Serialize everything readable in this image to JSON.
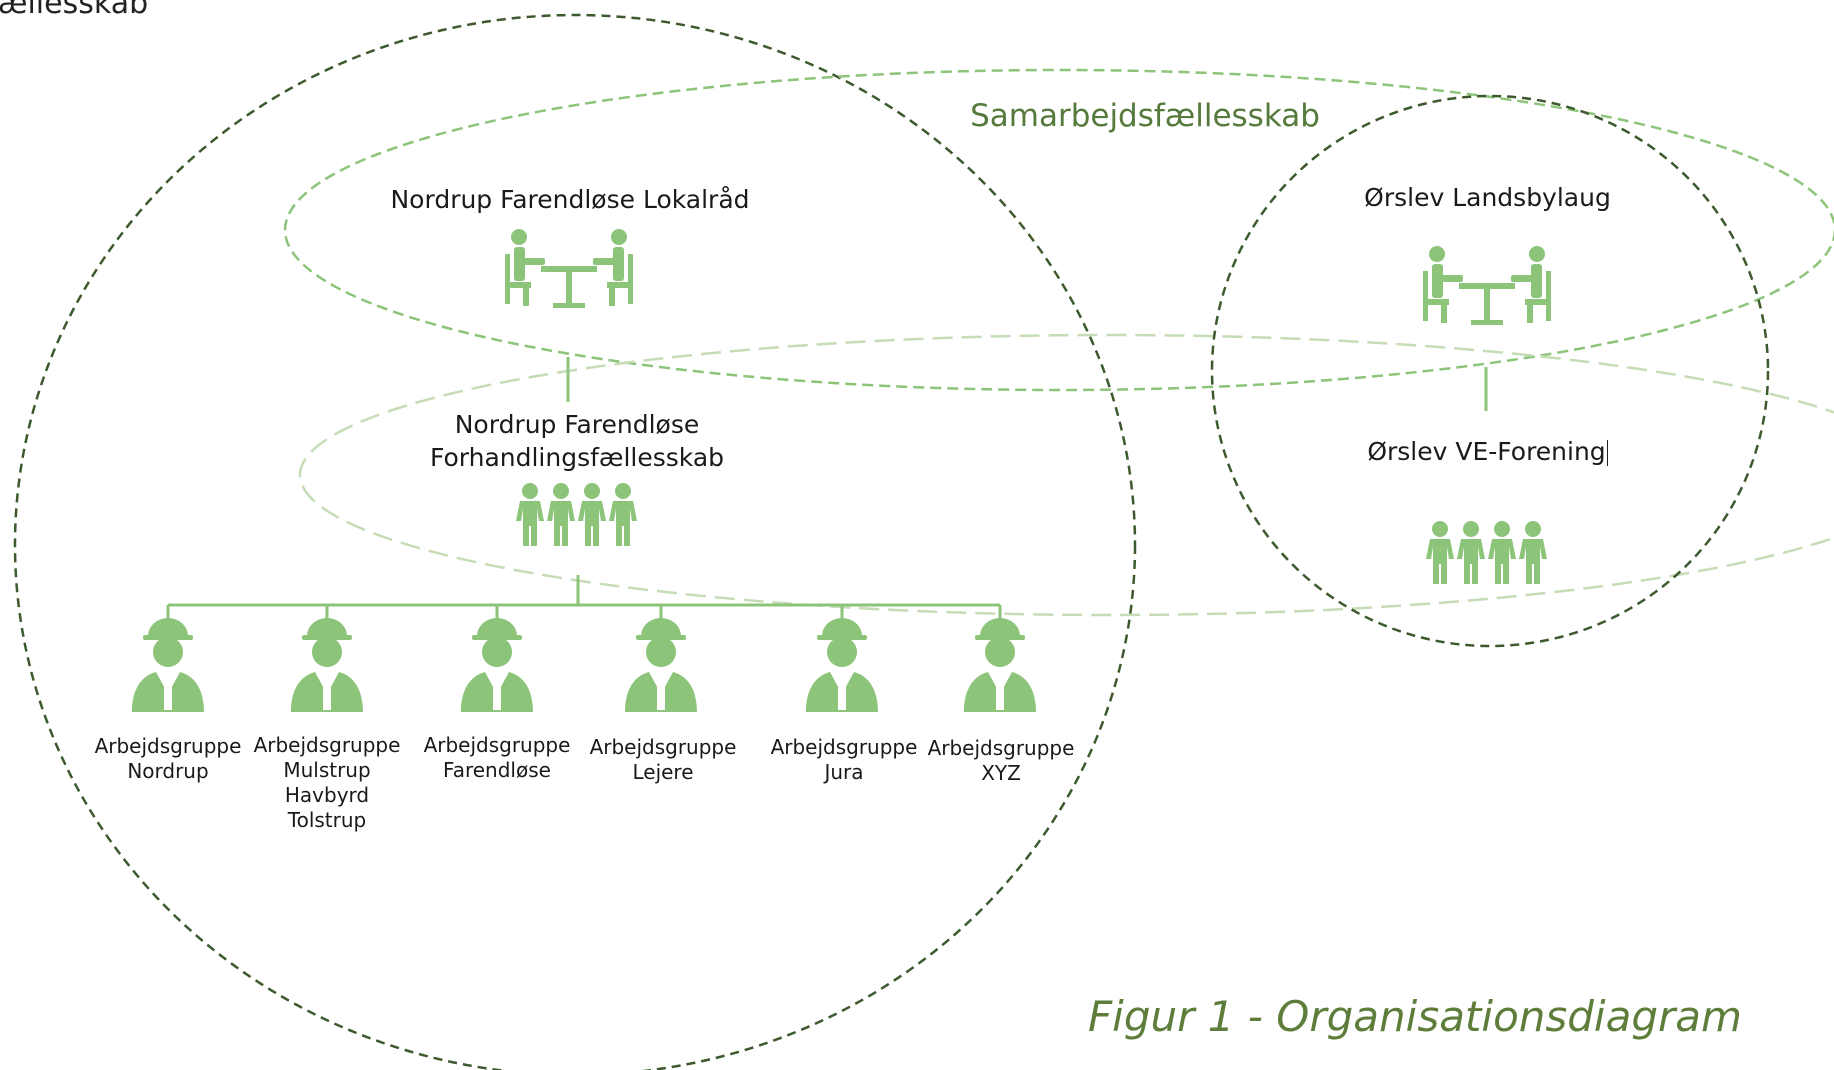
{
  "top_left_fragment": "ællesskab",
  "samarbejd": {
    "label": "Samarbejdsfællesskab"
  },
  "nordrup": {
    "lokalraad": "Nordrup Farendløse Lokalråd",
    "forhandling_line1": "Nordrup Farendløse",
    "forhandling_line2": "Forhandlingsfællesskab"
  },
  "orslev": {
    "landsbylaug": "Ørslev Landsbylaug",
    "ve_forening": "Ørslev VE-Forening"
  },
  "workgroups": [
    {
      "lines": [
        "Arbejdsgruppe",
        "Nordrup"
      ]
    },
    {
      "lines": [
        "Arbejdsgruppe",
        "Mulstrup",
        "Havbyrd",
        "Tolstrup"
      ]
    },
    {
      "lines": [
        "Arbejdsgruppe",
        "Farendløse"
      ]
    },
    {
      "lines": [
        "Arbejdsgruppe",
        "Lejere"
      ]
    },
    {
      "lines": [
        "Arbejdsgruppe",
        "Jura"
      ]
    },
    {
      "lines": [
        "Arbejdsgruppe",
        "XYZ"
      ]
    }
  ],
  "caption": "Figur 1 - Organisationsdiagram",
  "colors": {
    "icon_green": "#8cc47a",
    "dark_dash": "#3d5a2e",
    "light_dash": "#8cc47a",
    "pale_dash": "#c5dcb6",
    "caption_green": "#5e7d3a"
  }
}
